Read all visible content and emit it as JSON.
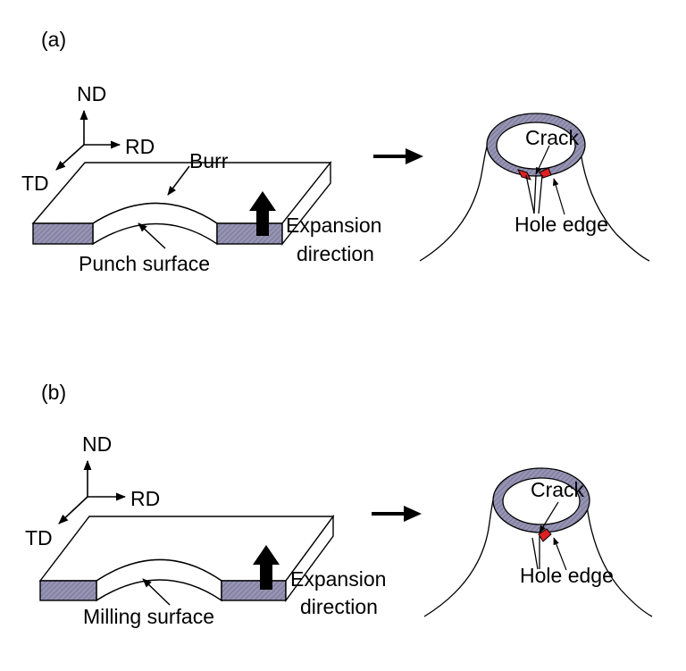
{
  "colors": {
    "hatch_fill": "#8a87a8",
    "crack_red": "#e02020",
    "line": "#000000",
    "background": "#ffffff"
  },
  "panel_a": {
    "panel_label": "(a)",
    "axis_nd": "ND",
    "axis_rd": "RD",
    "axis_td": "TD",
    "burr_label": "Burr",
    "surface_label": "Punch surface",
    "expansion_line1": "Expansion",
    "expansion_line2": "direction",
    "crack_label": "Crack",
    "hole_edge_label": "Hole edge"
  },
  "panel_b": {
    "panel_label": "(b)",
    "axis_nd": "ND",
    "axis_rd": "RD",
    "axis_td": "TD",
    "surface_label": "Milling surface",
    "expansion_line1": "Expansion",
    "expansion_line2": "direction",
    "crack_label": "Crack",
    "hole_edge_label": "Hole edge"
  }
}
